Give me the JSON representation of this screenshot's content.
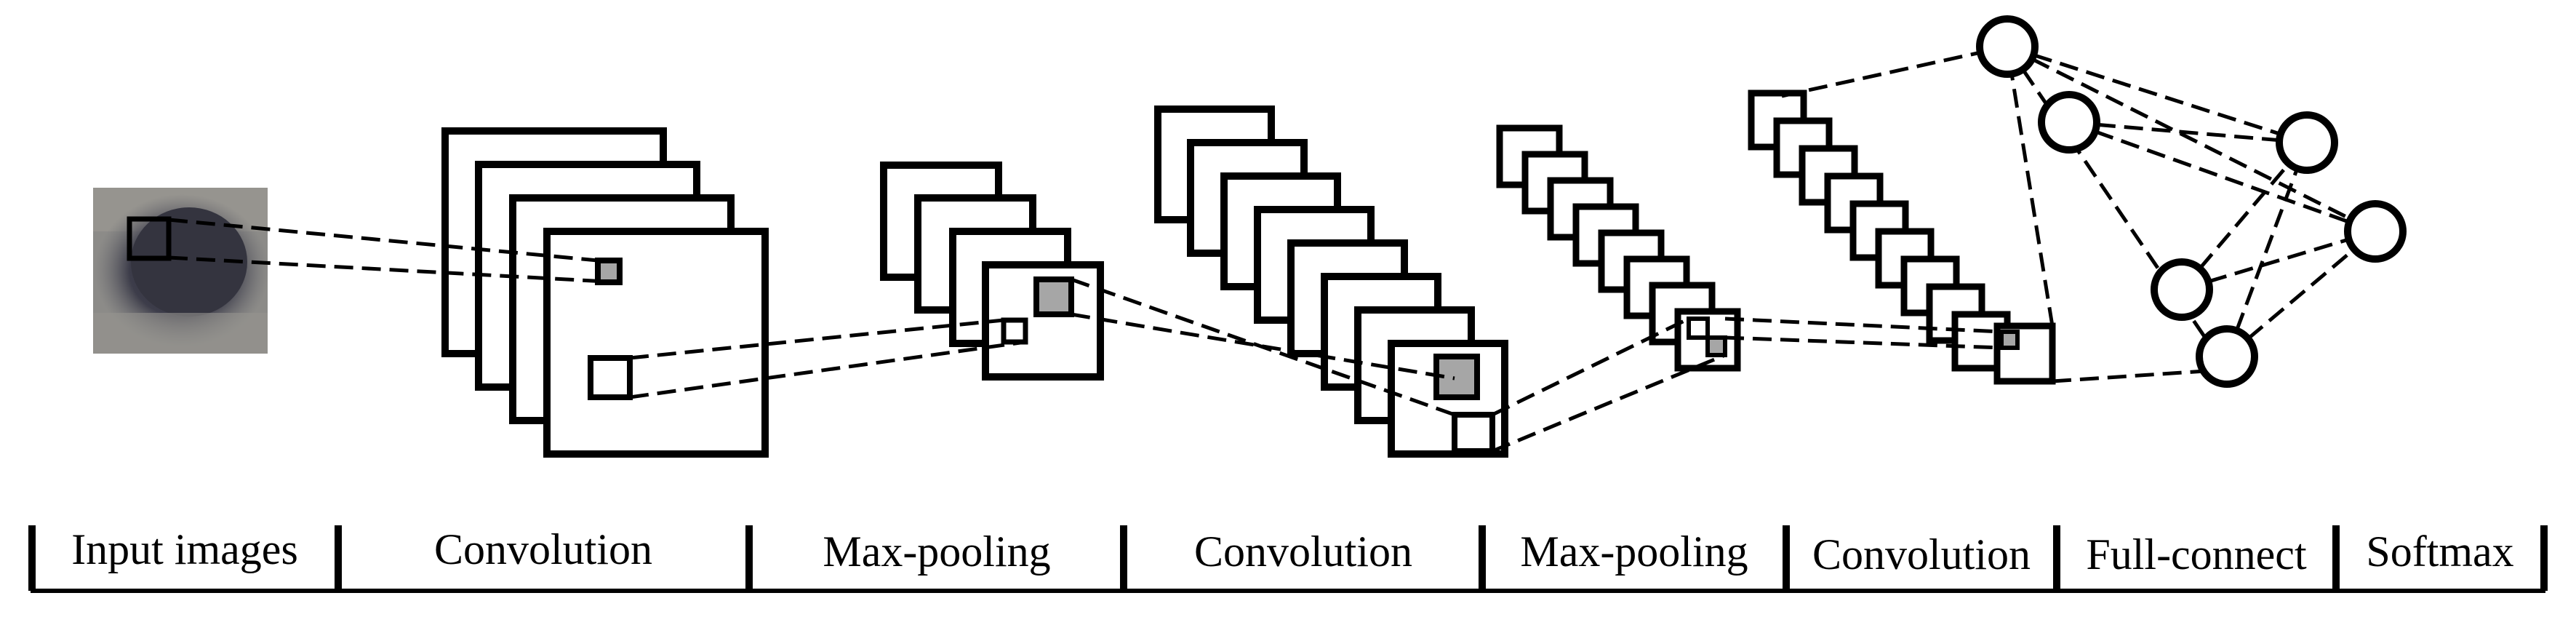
{
  "diagram": {
    "stages": [
      {
        "label": "Input images"
      },
      {
        "label": "Convolution"
      },
      {
        "label": "Max-pooling"
      },
      {
        "label": "Convolution"
      },
      {
        "label": "Max-pooling"
      },
      {
        "label": "Convolution"
      },
      {
        "label": "Full-connect"
      },
      {
        "label": "Softmax"
      }
    ],
    "colors": {
      "stroke": "#000000",
      "highlight": "#a6a6a6",
      "background": "#ffffff",
      "image_gray": "#8a8a8a",
      "image_dark": "#3a3b47"
    }
  }
}
